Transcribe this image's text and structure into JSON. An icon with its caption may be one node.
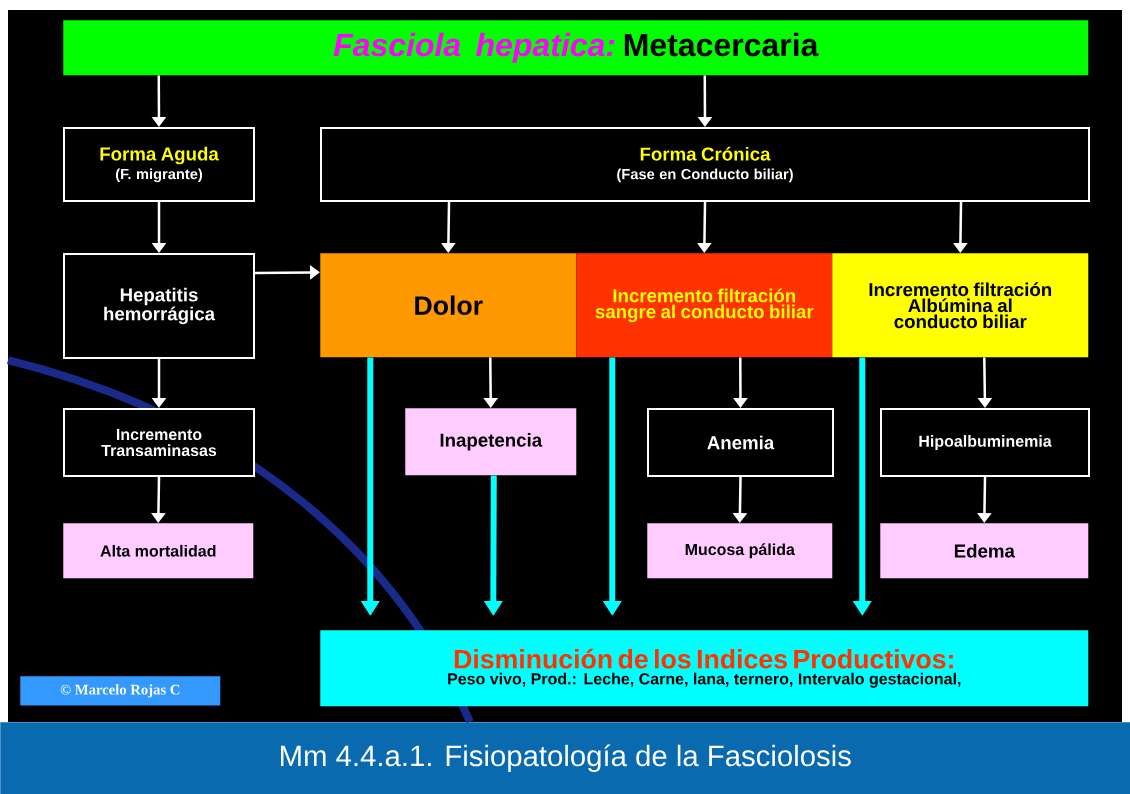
{
  "diagram": {
    "caption": "Mm 4.4.a.1. Fisiopatología de la Fasciolosis",
    "nodes": [
      {
        "text": [
          "Fasciola hepatica:",
          "Metacercaria"
        ]
      },
      {
        "text": [
          "Forma Aguda",
          "(F. migrante)"
        ]
      },
      {
        "text": [
          "Forma Crónica",
          "(Fase en Conducto biliar)"
        ]
      },
      {
        "text": [
          "Hepatitis hemorrágica"
        ]
      },
      {
        "text": [
          "Dolor"
        ]
      },
      {
        "text": [
          "Incremento filtración sangre al conducto biliar"
        ]
      },
      {
        "text": [
          "Incremento filtración Albúmina al conducto biliar"
        ]
      },
      {
        "text": [
          "Incremento Transaminasas"
        ]
      },
      {
        "text": [
          "Inapetencia"
        ]
      },
      {
        "text": [
          "Anemia"
        ]
      },
      {
        "text": [
          "Hipoalbuminemia"
        ]
      },
      {
        "text": [
          "Alta mortalidad"
        ]
      },
      {
        "text": [
          "Mucosa pálida"
        ]
      },
      {
        "text": [
          "Edema"
        ]
      },
      {
        "text": [
          "Disminución de los Indices Productivos:",
          "Peso vivo, Prod.: Leche, Carne, lana, ternero, Intervalo gestacional,"
        ]
      }
    ],
    "edges": [
      {
        "from": 0,
        "to": 1,
        "arrow": "to"
      },
      {
        "from": 0,
        "to": 2,
        "arrow": "to"
      },
      {
        "from": 1,
        "to": 3,
        "arrow": "to"
      },
      {
        "from": 2,
        "to": 4,
        "arrow": "to"
      },
      {
        "from": 2,
        "to": 5,
        "arrow": "to"
      },
      {
        "from": 2,
        "to": 6,
        "arrow": "to"
      },
      {
        "from": 3,
        "to": 4,
        "arrow": "to"
      },
      {
        "from": 3,
        "to": 7,
        "arrow": "to"
      },
      {
        "from": 4,
        "to": 8,
        "arrow": "to"
      },
      {
        "from": 5,
        "to": 9,
        "arrow": "to"
      },
      {
        "from": 6,
        "to": 10,
        "arrow": "to"
      },
      {
        "from": 7,
        "to": 11,
        "arrow": "to"
      },
      {
        "from": 9,
        "to": 12,
        "arrow": "to"
      },
      {
        "from": 10,
        "to": 13,
        "arrow": "to"
      },
      {
        "from": 4,
        "to": 14,
        "arrow": "to",
        "style": "thick",
        "color": "#00ffff"
      },
      {
        "from": 8,
        "to": 14,
        "arrow": "to",
        "style": "thick",
        "color": "#00ffff"
      },
      {
        "from": 5,
        "to": 14,
        "arrow": "to",
        "style": "thick",
        "color": "#00ffff"
      },
      {
        "from": 6,
        "to": 14,
        "arrow": "to",
        "style": "thick",
        "color": "#00ffff"
      }
    ],
    "labels": [
      "© Marcelo Rojas C"
    ]
  }
}
